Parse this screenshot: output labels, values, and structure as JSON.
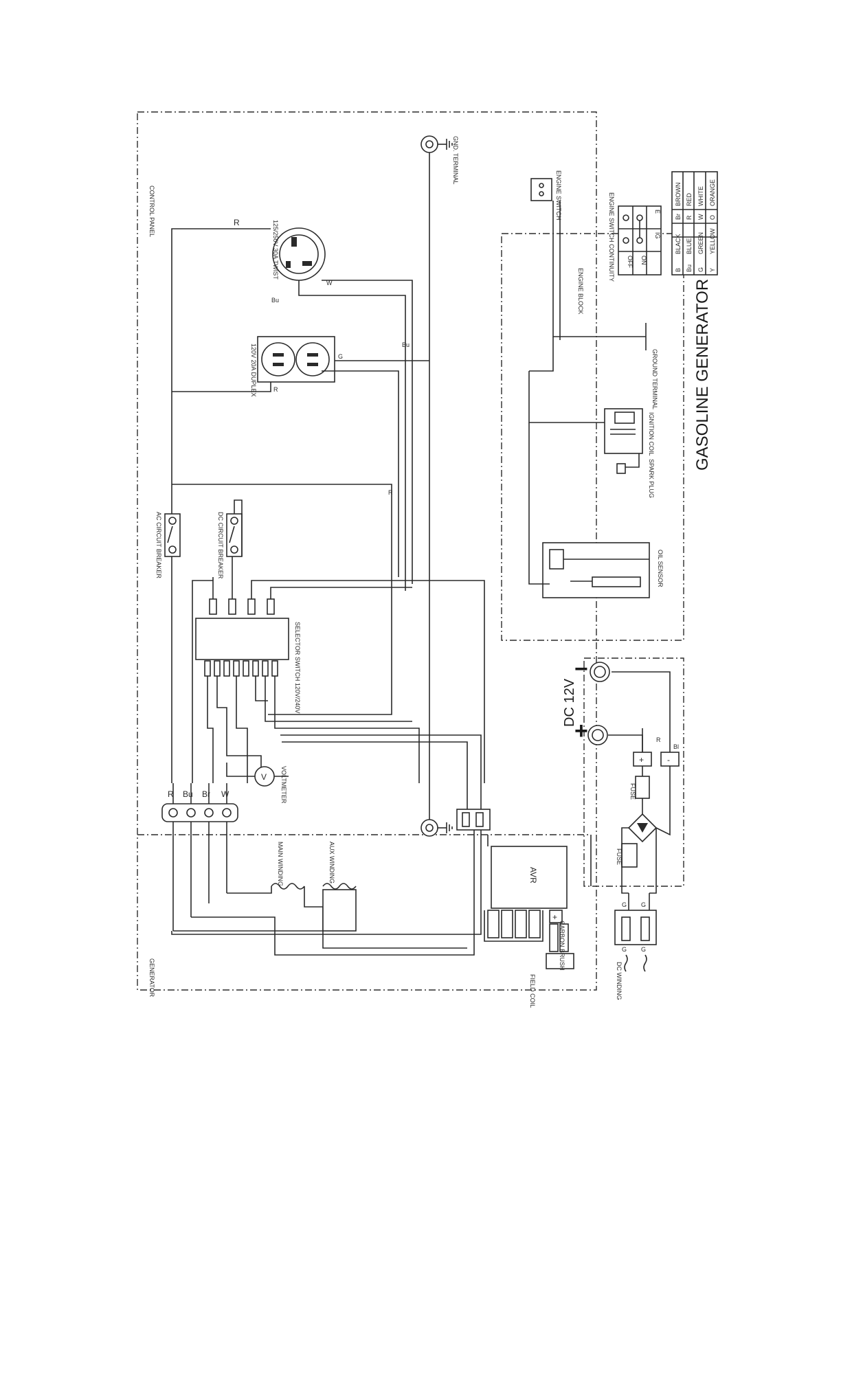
{
  "title": "GASOLINE GENERATOR",
  "dc_label": "DC 12V",
  "plus_sign": "+",
  "minus_sign": "−",
  "labels": {
    "ground_terminal_top": "GND. TERMINAL",
    "ground_terminal_right": "GROUND TERMINAL",
    "engine_block": "ENGINE BLOCK",
    "engine_switch_continuity": "ENGINE SWITCH CONTINUITY",
    "engine_switch": "ENGINE SWITCH",
    "oil_sensor": "OIL SENSOR",
    "ignition_coil": "IGNITION COIL",
    "spark_plug": "SPARK PLUG",
    "ac_circuit_breaker": "AC CIRCUIT BREAKER",
    "dc_circuit_breaker": "DC CIRCUIT BREAKER",
    "receptacle_30a": "125/250V 30A TWIST",
    "receptacle_20a": "120V 20A DUPLEX",
    "voltmeter": "VOLTMETER",
    "main_winding": "MAIN WINDING",
    "aux_winding": "AUX WINDING",
    "avr": "AVR",
    "control_panel": "CONTROL PANEL",
    "generator": "GENERATOR",
    "brush": "BRUSH",
    "carbon_brush": "CARBON BRUSH",
    "field_coil": "FIELD COIL",
    "dc_winding": "DC WINDING",
    "fuse": "FUSE",
    "selector_switch": "SELECTOR SWITCH 120V/240V"
  },
  "wire_codes": {
    "R": "R",
    "Bu": "Bu",
    "Br": "Br",
    "W": "W",
    "G": "G",
    "Bl": "Bl",
    "Y": "Y",
    "O": "O"
  },
  "legend": {
    "rows": [
      [
        "B",
        "BLACK",
        "Br",
        "BROWN"
      ],
      [
        "Bu",
        "BLUE",
        "R",
        "RED"
      ],
      [
        "G",
        "GREEN",
        "W",
        "WHITE"
      ],
      [
        "Y",
        "YELLOW",
        "O",
        "ORANGE"
      ]
    ]
  },
  "continuity": {
    "header": [
      "",
      "IG",
      "E"
    ],
    "rows": [
      [
        "OFF",
        "",
        ""
      ],
      [
        "ON",
        "",
        ""
      ]
    ]
  }
}
